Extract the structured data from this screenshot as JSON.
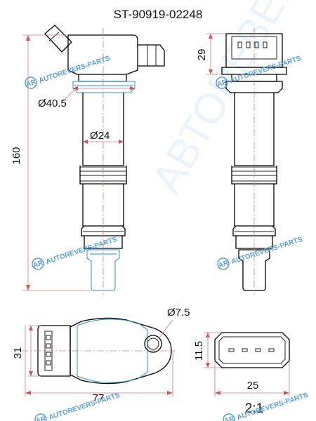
{
  "title": "ST-90919-02248",
  "dimensions": {
    "d_flange": "Ø40.5",
    "d_body": "Ø24",
    "length": "160",
    "conn_height": "29",
    "width_bottom": "77",
    "height_bottom": "31",
    "hole": "Ø7.5",
    "conn_h_bottom": "11.5",
    "conn_w_bottom": "25"
  },
  "scale": "2:1",
  "watermark": "AUTOREVERS-PARTS",
  "watermark_logo": "AR"
}
